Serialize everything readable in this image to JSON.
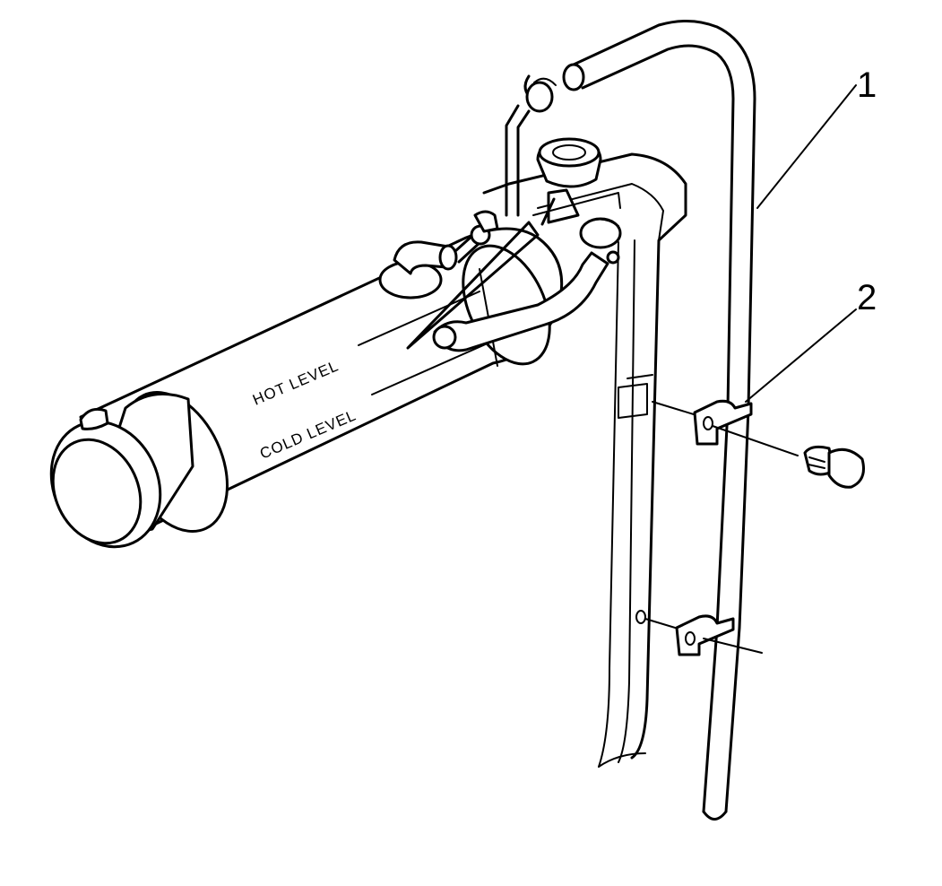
{
  "callouts": {
    "c1": "1",
    "c2": "2"
  },
  "labels": {
    "hot_level": "HOT LEVEL",
    "cold_level": "COLD LEVEL"
  }
}
